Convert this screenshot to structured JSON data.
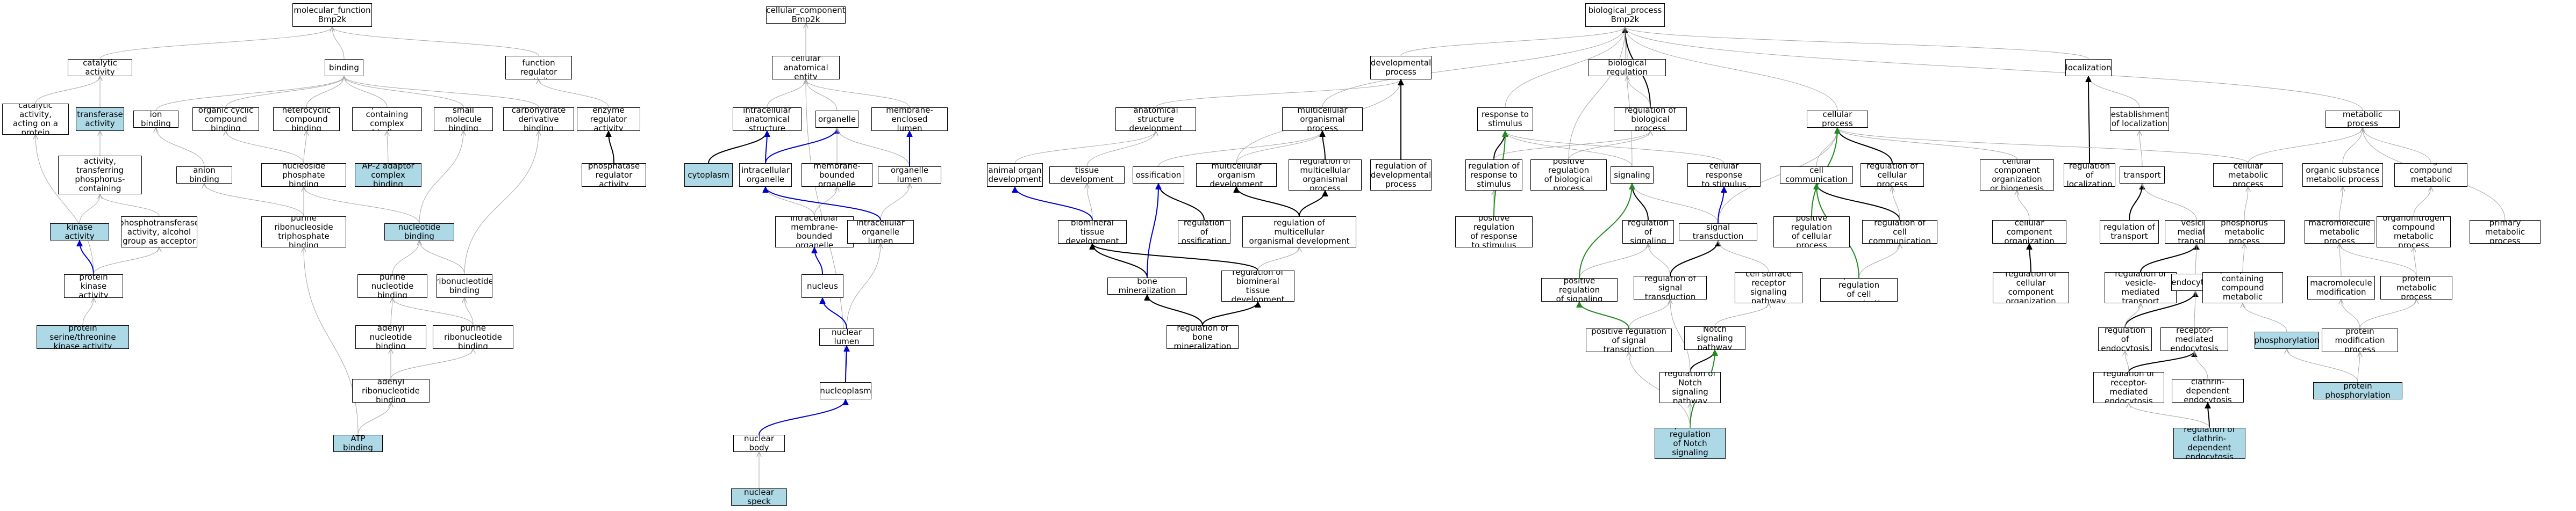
{
  "colors": {
    "gray": "#a6a6a6",
    "black": "#000000",
    "blue": "#0000cd",
    "green": "#228b22",
    "light": "#add8e6",
    "medium": "#6495ed"
  },
  "nodes": [
    {
      "id": "mf",
      "label": "molecular_function\nBmp2k"
    },
    {
      "id": "cc",
      "label": "cellular_component\nBmp2k"
    },
    {
      "id": "bp",
      "label": "biological_process\nBmp2k"
    },
    {
      "id": "catact",
      "label": "catalytic activity"
    },
    {
      "id": "binding",
      "label": "binding"
    },
    {
      "id": "mfreg",
      "label": "molecular function\nregulator activity"
    },
    {
      "id": "cae",
      "label": "cellular anatomical\nentity"
    },
    {
      "id": "devproc",
      "label": "developmental\nprocess"
    },
    {
      "id": "bioreg",
      "label": "biological regulation"
    },
    {
      "id": "local",
      "label": "localization"
    },
    {
      "id": "cat2",
      "label": "catalytic activity,\nacting on a\nprotein"
    },
    {
      "id": "transfact",
      "label": "transferase\nactivity",
      "style": "light"
    },
    {
      "id": "ionb",
      "label": "ion binding"
    },
    {
      "id": "orgcyc",
      "label": "organic cyclic\ncompound binding"
    },
    {
      "id": "hetcyc",
      "label": "heterocyclic\ncompound binding"
    },
    {
      "id": "protcont",
      "label": "protein-containing\ncomplex binding"
    },
    {
      "id": "smallmol",
      "label": "small molecule\nbinding"
    },
    {
      "id": "carbder",
      "label": "carbohydrate\nderivative binding"
    },
    {
      "id": "enzreg",
      "label": "enzyme regulator\nactivity"
    },
    {
      "id": "ias",
      "label": "intracellular\nanatomical structure"
    },
    {
      "id": "organelle",
      "label": "organelle"
    },
    {
      "id": "memencl",
      "label": "membrane-enclosed\nlumen"
    },
    {
      "id": "asdev",
      "label": "anatomical structure\ndevelopment"
    },
    {
      "id": "mcop",
      "label": "multicellular\norganismal process"
    },
    {
      "id": "resp",
      "label": "response to\nstimulus"
    },
    {
      "id": "regbp",
      "label": "regulation of\nbiological process"
    },
    {
      "id": "cellproc",
      "label": "cellular process"
    },
    {
      "id": "estloc",
      "label": "establishment\nof localization"
    },
    {
      "id": "metproc",
      "label": "metabolic process"
    },
    {
      "id": "transfphos",
      "label": "transferase\nactivity, transferring\nphosphorus-containing\ngroups"
    },
    {
      "id": "anionb",
      "label": "anion binding"
    },
    {
      "id": "nucphos",
      "label": "nucleoside phosphate\nbinding"
    },
    {
      "id": "ap2",
      "label": "AP-2 adaptor\ncomplex binding",
      "style": "light"
    },
    {
      "id": "phosreg",
      "label": "phosphatase\nregulator activity",
      "style": "medium"
    },
    {
      "id": "cytoplasm",
      "label": "cytoplasm",
      "style": "light"
    },
    {
      "id": "intorg",
      "label": "intracellular\norganelle"
    },
    {
      "id": "membound",
      "label": "membrane-bounded\norganelle"
    },
    {
      "id": "orglumen",
      "label": "organelle lumen"
    },
    {
      "id": "animorg",
      "label": "animal organ\ndevelopment"
    },
    {
      "id": "tissdev",
      "label": "tissue development"
    },
    {
      "id": "ossif",
      "label": "ossification"
    },
    {
      "id": "mcodev",
      "label": "multicellular\norganism development"
    },
    {
      "id": "regmcop",
      "label": "regulation of\nmulticellular\norganismal process"
    },
    {
      "id": "regdev",
      "label": "regulation of\ndevelopmental\nprocess"
    },
    {
      "id": "regresp",
      "label": "regulation of\nresponse to\nstimulus"
    },
    {
      "id": "posregbp",
      "label": "positive regulation\nof biological\nprocess"
    },
    {
      "id": "signaling",
      "label": "signaling"
    },
    {
      "id": "cellresp",
      "label": "cellular response\nto stimulus"
    },
    {
      "id": "cellcomm",
      "label": "cell communication"
    },
    {
      "id": "regcellproc",
      "label": "regulation of\ncellular process"
    },
    {
      "id": "ccorg",
      "label": "cellular component\norganization\nor biogenesis"
    },
    {
      "id": "regloc",
      "label": "regulation of\nlocalization"
    },
    {
      "id": "transport",
      "label": "transport"
    },
    {
      "id": "cellmet",
      "label": "cellular metabolic\nprocess"
    },
    {
      "id": "orgsub",
      "label": "organic substance\nmetabolic process"
    },
    {
      "id": "nitro",
      "label": "nitrogen compound\nmetabolic process"
    },
    {
      "id": "kinase",
      "label": "kinase activity",
      "style": "light"
    },
    {
      "id": "phosalc",
      "label": "phosphotransferase\nactivity, alcohol\ngroup as acceptor"
    },
    {
      "id": "purnuctri",
      "label": "purine ribonucleoside\ntriphosphate\nbinding"
    },
    {
      "id": "nucb",
      "label": "nucleotide binding",
      "style": "light"
    },
    {
      "id": "intmem",
      "label": "intracellular\nmembrane-bounded\norganelle"
    },
    {
      "id": "intlumen",
      "label": "intracellular\norganelle lumen"
    },
    {
      "id": "biomin",
      "label": "biomineral tissue\ndevelopment"
    },
    {
      "id": "regossif",
      "label": "regulation of\nossification"
    },
    {
      "id": "regmcodev",
      "label": "regulation of\nmulticellular\norganismal development"
    },
    {
      "id": "posregresp",
      "label": "positive regulation\nof response\nto stimulus"
    },
    {
      "id": "regsig",
      "label": "regulation of\nsignaling"
    },
    {
      "id": "sigtrans",
      "label": "signal transduction"
    },
    {
      "id": "posregcp",
      "label": "positive regulation\nof cellular\nprocess"
    },
    {
      "id": "regcc",
      "label": "regulation of\ncell communication"
    },
    {
      "id": "ccorg2",
      "label": "cellular component\norganization"
    },
    {
      "id": "regtrans",
      "label": "regulation of\ntransport"
    },
    {
      "id": "vesicle",
      "label": "vesicle-mediated\ntransport"
    },
    {
      "id": "phosmet",
      "label": "phosphorus metabolic\nprocess"
    },
    {
      "id": "macromet",
      "label": "macromolecule\nmetabolic process"
    },
    {
      "id": "organonit",
      "label": "organonitrogen\ncompound metabolic\nprocess"
    },
    {
      "id": "primmet",
      "label": "primary metabolic\nprocess"
    },
    {
      "id": "protkin",
      "label": "protein kinase\nactivity",
      "style": "medium"
    },
    {
      "id": "purnucb",
      "label": "purine nucleotide\nbinding"
    },
    {
      "id": "ribonucb",
      "label": "ribonucleotide\nbinding"
    },
    {
      "id": "nucleus",
      "label": "nucleus",
      "style": "medium"
    },
    {
      "id": "bonemin",
      "label": "bone mineralization"
    },
    {
      "id": "regbiomin",
      "label": "regulation of\nbiomineral tissue\ndevelopment"
    },
    {
      "id": "possig",
      "label": "positive regulation\nof signaling"
    },
    {
      "id": "regsigtrans",
      "label": "regulation of\nsignal transduction"
    },
    {
      "id": "cellsurf",
      "label": "cell surface\nreceptor signaling\npathway"
    },
    {
      "id": "posregcc",
      "label": "positive regulation\nof cell communication"
    },
    {
      "id": "regccorg",
      "label": "regulation of\ncellular component\norganization"
    },
    {
      "id": "regvesicle",
      "label": "regulation of\nvesicle-mediated\ntransport"
    },
    {
      "id": "endocyt",
      "label": "endocytosis"
    },
    {
      "id": "phoscont",
      "label": "phosphate-containing\ncompound metabolic\nprocess"
    },
    {
      "id": "macromod",
      "label": "macromolecule\nmodification"
    },
    {
      "id": "protmet",
      "label": "protein metabolic\nprocess"
    },
    {
      "id": "protserthr",
      "label": "protein serine/threonine\nkinase activity",
      "style": "light"
    },
    {
      "id": "adenylnuc",
      "label": "adenyl nucleotide\nbinding"
    },
    {
      "id": "purribonuc",
      "label": "purine ribonucleotide\nbinding"
    },
    {
      "id": "nuclumen",
      "label": "nuclear lumen"
    },
    {
      "id": "regbonemin",
      "label": "regulation of\nbone mineralization",
      "style": "medium"
    },
    {
      "id": "posregsigtrans",
      "label": "positive regulation\nof signal transduction"
    },
    {
      "id": "notch",
      "label": "Notch signaling\npathway"
    },
    {
      "id": "regendo",
      "label": "regulation of\nendocytosis"
    },
    {
      "id": "rme",
      "label": "receptor-mediated\nendocytosis"
    },
    {
      "id": "phosphorylation",
      "label": "phosphorylation",
      "style": "light"
    },
    {
      "id": "protmod",
      "label": "protein modification\nprocess"
    },
    {
      "id": "adenylribo",
      "label": "adenyl ribonucleotide\nbinding"
    },
    {
      "id": "nucleoplasm",
      "label": "nucleoplasm"
    },
    {
      "id": "regnotch",
      "label": "regulation of\nNotch signaling\npathway"
    },
    {
      "id": "regrme",
      "label": "regulation of\nreceptor-mediated\nendocytosis"
    },
    {
      "id": "clathrin",
      "label": "clathrin-dependent\nendocytosis"
    },
    {
      "id": "protphos",
      "label": "protein phosphorylation",
      "style": "light"
    },
    {
      "id": "atp",
      "label": "ATP binding",
      "style": "light"
    },
    {
      "id": "nucbody",
      "label": "nuclear body"
    },
    {
      "id": "posregnotch",
      "label": "positive regulation\nof Notch signaling\npathway",
      "style": "light"
    },
    {
      "id": "regclath",
      "label": "regulation of\nclathrin-dependent\nendocytosis",
      "style": "light"
    },
    {
      "id": "nucspeck",
      "label": "nuclear speck",
      "style": "light"
    }
  ],
  "edges": [
    [
      "catact",
      "mf",
      "g"
    ],
    [
      "binding",
      "mf",
      "g"
    ],
    [
      "mfreg",
      "mf",
      "g"
    ],
    [
      "cae",
      "cc",
      "g"
    ],
    [
      "devproc",
      "bp",
      "g"
    ],
    [
      "bioreg",
      "bp",
      "g"
    ],
    [
      "local",
      "bp",
      "g"
    ],
    [
      "resp",
      "bp",
      "g"
    ],
    [
      "cellproc",
      "bp",
      "g"
    ],
    [
      "metproc",
      "bp",
      "g"
    ],
    [
      "mcop",
      "bp",
      "g"
    ],
    [
      "regbp",
      "bp",
      "k"
    ],
    [
      "posregbp",
      "bp",
      "g"
    ],
    [
      "signaling",
      "bp",
      "g"
    ],
    [
      "cat2",
      "catact",
      "g"
    ],
    [
      "transfact",
      "catact",
      "g"
    ],
    [
      "ionb",
      "binding",
      "g"
    ],
    [
      "orgcyc",
      "binding",
      "g"
    ],
    [
      "hetcyc",
      "binding",
      "g"
    ],
    [
      "protcont",
      "binding",
      "g"
    ],
    [
      "smallmol",
      "binding",
      "g"
    ],
    [
      "carbder",
      "binding",
      "g"
    ],
    [
      "enzreg",
      "mfreg",
      "g"
    ],
    [
      "ias",
      "cae",
      "g"
    ],
    [
      "organelle",
      "cae",
      "g"
    ],
    [
      "memencl",
      "cae",
      "g"
    ],
    [
      "nucleoplasm",
      "cae",
      "g"
    ],
    [
      "asdev",
      "devproc",
      "g"
    ],
    [
      "mcodev",
      "devproc",
      "g"
    ],
    [
      "regbp",
      "bioreg",
      "g"
    ],
    [
      "estloc",
      "local",
      "g"
    ],
    [
      "regloc",
      "local",
      "k"
    ],
    [
      "protkin",
      "cat2",
      "g"
    ],
    [
      "transfphos",
      "transfact",
      "g"
    ],
    [
      "anionb",
      "ionb",
      "g"
    ],
    [
      "nucphos",
      "orgcyc",
      "g"
    ],
    [
      "nucphos",
      "hetcyc",
      "g"
    ],
    [
      "ap2",
      "protcont",
      "g"
    ],
    [
      "nucb",
      "smallmol",
      "g"
    ],
    [
      "ribonucb",
      "carbder",
      "g"
    ],
    [
      "phosreg",
      "enzreg",
      "k"
    ],
    [
      "cytoplasm",
      "ias",
      "k"
    ],
    [
      "intorg",
      "ias",
      "b"
    ],
    [
      "intorg",
      "organelle",
      "b"
    ],
    [
      "membound",
      "organelle",
      "g"
    ],
    [
      "orglumen",
      "organelle",
      "g"
    ],
    [
      "orglumen",
      "memencl",
      "b"
    ],
    [
      "animorg",
      "asdev",
      "g"
    ],
    [
      "tissdev",
      "asdev",
      "g"
    ],
    [
      "ossif",
      "mcop",
      "g"
    ],
    [
      "mcodev",
      "mcop",
      "g"
    ],
    [
      "regmcop",
      "mcop",
      "k"
    ],
    [
      "regdev",
      "devproc",
      "k"
    ],
    [
      "regresp",
      "resp",
      "k"
    ],
    [
      "posregbp",
      "regbp",
      "g"
    ],
    [
      "regresp",
      "regbp",
      "g"
    ],
    [
      "cellresp",
      "resp",
      "g"
    ],
    [
      "signaling",
      "resp",
      "g"
    ],
    [
      "cellcomm",
      "cellproc",
      "g"
    ],
    [
      "regcellproc",
      "cellproc",
      "k"
    ],
    [
      "ccorg",
      "cellproc",
      "g"
    ],
    [
      "sigtrans",
      "cellproc",
      "g"
    ],
    [
      "cellmet",
      "cellproc",
      "g"
    ],
    [
      "transport",
      "estloc",
      "g"
    ],
    [
      "cellmet",
      "metproc",
      "g"
    ],
    [
      "orgsub",
      "metproc",
      "g"
    ],
    [
      "nitro",
      "metproc",
      "g"
    ],
    [
      "kinase",
      "transfphos",
      "g"
    ],
    [
      "phosalc",
      "transfphos",
      "g"
    ],
    [
      "purnuctri",
      "anionb",
      "g"
    ],
    [
      "purnuctri",
      "nucphos",
      "g"
    ],
    [
      "nucb",
      "nucphos",
      "g"
    ],
    [
      "intmem",
      "membound",
      "g"
    ],
    [
      "intmem",
      "intorg",
      "g"
    ],
    [
      "intlumen",
      "orglumen",
      "g"
    ],
    [
      "intlumen",
      "intorg",
      "b"
    ],
    [
      "biomin",
      "tissdev",
      "g"
    ],
    [
      "biomin",
      "animorg",
      "b"
    ],
    [
      "regossif",
      "ossif",
      "k"
    ],
    [
      "regmcodev",
      "mcodev",
      "k"
    ],
    [
      "regmcodev",
      "regmcop",
      "k"
    ],
    [
      "posregresp",
      "regresp",
      "g"
    ],
    [
      "posregresp",
      "resp",
      "green"
    ],
    [
      "regsig",
      "signaling",
      "k"
    ],
    [
      "sigtrans",
      "signaling",
      "g"
    ],
    [
      "sigtrans",
      "cellresp",
      "b"
    ],
    [
      "posregcp",
      "cellproc",
      "green"
    ],
    [
      "regcc",
      "cellcomm",
      "k"
    ],
    [
      "regcc",
      "regcellproc",
      "g"
    ],
    [
      "ccorg2",
      "ccorg",
      "g"
    ],
    [
      "regtrans",
      "transport",
      "k"
    ],
    [
      "vesicle",
      "transport",
      "g"
    ],
    [
      "phosmet",
      "cellmet",
      "g"
    ],
    [
      "macromet",
      "orgsub",
      "g"
    ],
    [
      "organonit",
      "nitro",
      "g"
    ],
    [
      "primmet",
      "metproc",
      "g"
    ],
    [
      "protkin",
      "kinase",
      "b"
    ],
    [
      "protkin",
      "phosalc",
      "g"
    ],
    [
      "purnucb",
      "nucb",
      "g"
    ],
    [
      "ribonucb",
      "nucb",
      "g"
    ],
    [
      "nucleus",
      "intmem",
      "b"
    ],
    [
      "bonemin",
      "biomin",
      "k"
    ],
    [
      "bonemin",
      "ossif",
      "b"
    ],
    [
      "regbiomin",
      "biomin",
      "k"
    ],
    [
      "regbiomin",
      "regmcodev",
      "g"
    ],
    [
      "possig",
      "regsig",
      "g"
    ],
    [
      "possig",
      "signaling",
      "green"
    ],
    [
      "regsigtrans",
      "regsig",
      "g"
    ],
    [
      "regsigtrans",
      "sigtrans",
      "k"
    ],
    [
      "cellsurf",
      "sigtrans",
      "g"
    ],
    [
      "posregcc",
      "regcc",
      "g"
    ],
    [
      "posregcc",
      "cellcomm",
      "green"
    ],
    [
      "regccorg",
      "ccorg2",
      "k"
    ],
    [
      "regvesicle",
      "vesicle",
      "k"
    ],
    [
      "endocyt",
      "vesicle",
      "g"
    ],
    [
      "phoscont",
      "phosmet",
      "g"
    ],
    [
      "macromod",
      "macromet",
      "g"
    ],
    [
      "protmet",
      "organonit",
      "g"
    ],
    [
      "protmet",
      "macromet",
      "g"
    ],
    [
      "protserthr",
      "protkin",
      "g"
    ],
    [
      "adenylnuc",
      "purnucb",
      "g"
    ],
    [
      "purribonuc",
      "purnucb",
      "g"
    ],
    [
      "purribonuc",
      "ribonucb",
      "g"
    ],
    [
      "nuclumen",
      "intlumen",
      "g"
    ],
    [
      "nuclumen",
      "nucleus",
      "b"
    ],
    [
      "regbonemin",
      "bonemin",
      "k"
    ],
    [
      "regbonemin",
      "regbiomin",
      "k"
    ],
    [
      "posregsigtrans",
      "regsigtrans",
      "g"
    ],
    [
      "posregsigtrans",
      "possig",
      "green"
    ],
    [
      "notch",
      "cellsurf",
      "g"
    ],
    [
      "regendo",
      "endocyt",
      "k"
    ],
    [
      "rme",
      "endocyt",
      "g"
    ],
    [
      "regendo",
      "regvesicle",
      "g"
    ],
    [
      "phosphorylation",
      "phoscont",
      "g"
    ],
    [
      "protmod",
      "macromod",
      "g"
    ],
    [
      "protmod",
      "protmet",
      "g"
    ],
    [
      "adenylribo",
      "adenylnuc",
      "g"
    ],
    [
      "adenylribo",
      "purribonuc",
      "g"
    ],
    [
      "nucleoplasm",
      "nuclumen",
      "b"
    ],
    [
      "regnotch",
      "notch",
      "k"
    ],
    [
      "regnotch",
      "regsigtrans",
      "g"
    ],
    [
      "regrme",
      "rme",
      "k"
    ],
    [
      "regrme",
      "regendo",
      "g"
    ],
    [
      "clathrin",
      "rme",
      "g"
    ],
    [
      "protphos",
      "protmod",
      "g"
    ],
    [
      "protphos",
      "phosphorylation",
      "g"
    ],
    [
      "atp",
      "adenylribo",
      "g"
    ],
    [
      "atp",
      "purnuctri",
      "g"
    ],
    [
      "nucbody",
      "nucleoplasm",
      "b"
    ],
    [
      "posregnotch",
      "regnotch",
      "g"
    ],
    [
      "posregnotch",
      "notch",
      "green"
    ],
    [
      "posregnotch",
      "posregsigtrans",
      "g"
    ],
    [
      "regclath",
      "clathrin",
      "k"
    ],
    [
      "regclath",
      "regrme",
      "g"
    ],
    [
      "nucspeck",
      "nucbody",
      "g"
    ]
  ]
}
